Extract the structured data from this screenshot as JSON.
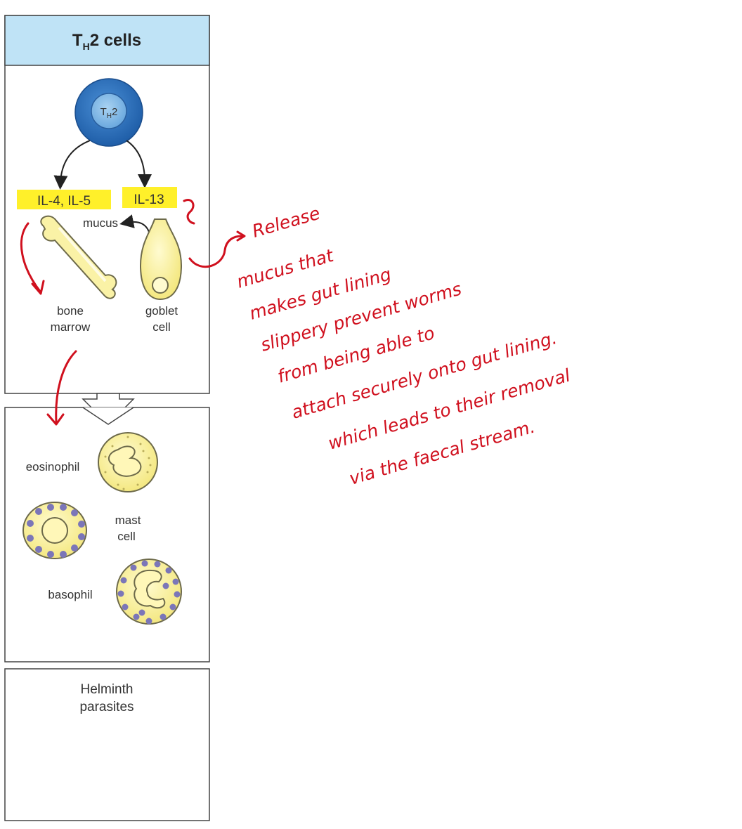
{
  "header": {
    "title_main": "T",
    "title_sub": "H",
    "title_rest": "2 cells"
  },
  "th2_cell": {
    "label_main": "T",
    "label_sub": "H",
    "label_rest": "2"
  },
  "cytokines": {
    "left": "IL-4, IL-5",
    "right": "IL-13",
    "highlight_color": "#fff02a"
  },
  "targets": {
    "mucus": "mucus",
    "bone_marrow": [
      "bone",
      "marrow"
    ],
    "goblet_cell": [
      "goblet",
      "cell"
    ]
  },
  "effector_cells": {
    "eosinophil": "eosinophil",
    "mast_cell": [
      "mast",
      "cell"
    ],
    "basophil": "basophil"
  },
  "outcome": {
    "lines": [
      "Helminth",
      "parasites"
    ]
  },
  "annotation": {
    "color": "#d0101e",
    "lines": [
      "Release",
      "mucus that",
      "makes gut lining",
      "slippery prevent worms",
      "from being able to",
      "attach securely onto gut lining.",
      "which leads to their removal",
      "via the faecal stream."
    ]
  },
  "colors": {
    "header_bg": "#bfe3f6",
    "cell_blue": "#2e6fbd",
    "cell_yellow": "#faf29a",
    "granule_purple": "#7b76b8"
  }
}
